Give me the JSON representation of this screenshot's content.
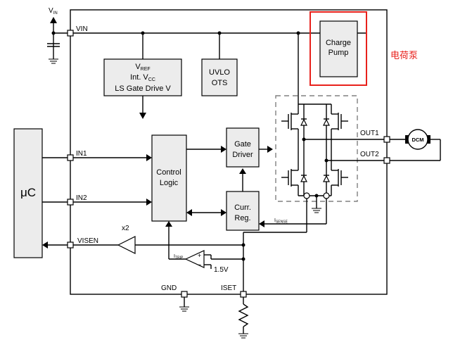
{
  "pins": {
    "vin_top": "V",
    "vin_top_sub": "IN",
    "vin": "VIN",
    "in1": "IN1",
    "in2": "IN2",
    "visen": "VISEN",
    "out1": "OUT1",
    "out2": "OUT2",
    "gnd": "GND",
    "iset": "ISET"
  },
  "blocks": {
    "vref_line1_main": "V",
    "vref_line1_sub": "REF",
    "vref_line2_main": "Int. V",
    "vref_line2_sub": "CC",
    "vref_line3": "LS Gate Drive V",
    "uvlo_line1": "UVLO",
    "uvlo_line2": "OTS",
    "charge_pump_line1": "Charge",
    "charge_pump_line2": "Pump",
    "control_logic_line1": "Control",
    "control_logic_line2": "Logic",
    "gate_driver_line1": "Gate",
    "gate_driver_line2": "Driver",
    "curr_reg_line1": "Curr.",
    "curr_reg_line2": "Reg.",
    "uc": "μC",
    "motor": "DCM"
  },
  "annotations": {
    "charge_pump_callout": "电荷泵",
    "gain": "x2",
    "reference": "1.5V",
    "itrip_main": "I",
    "itrip_sub": "TRIP",
    "isense_main": "I",
    "isense_sub": "SENSE",
    "plus": "+",
    "minus": "−"
  },
  "colors": {
    "highlight": "#e8211c",
    "block_fill": "#ececec",
    "dashed": "#808080"
  }
}
